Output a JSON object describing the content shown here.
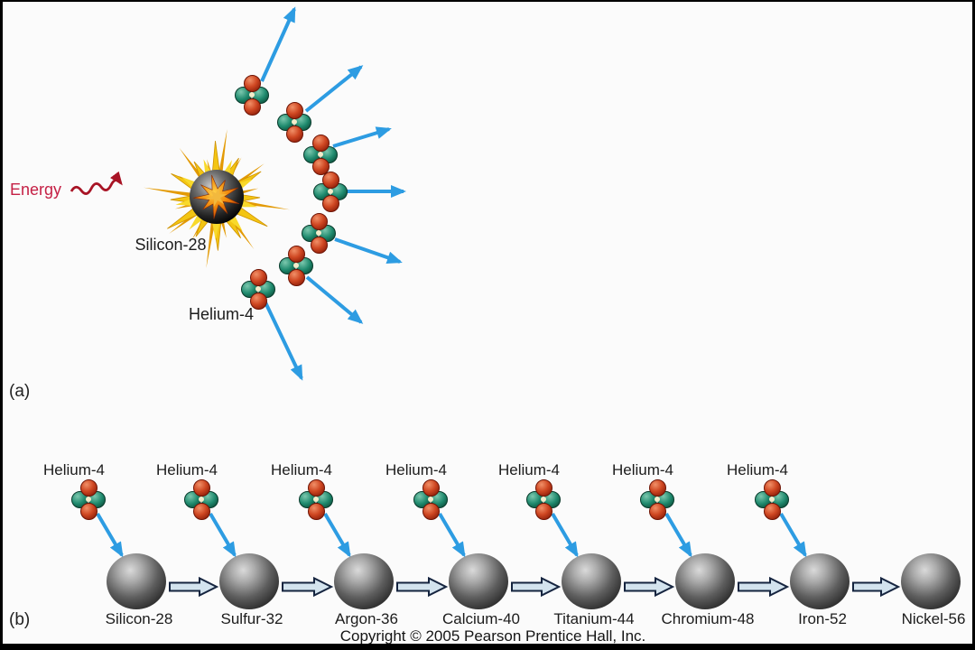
{
  "figure": {
    "panel_a": {
      "label": "(a)",
      "energy_label": "Energy",
      "nucleus_label": "Silicon-28",
      "particle_label": "Helium-4",
      "ejected_particle_count": 7
    },
    "panel_b": {
      "label": "(b)",
      "particle_label": "Helium-4",
      "chain": [
        "Silicon-28",
        "Sulfur-32",
        "Argon-36",
        "Calcium-40",
        "Titanium-44",
        "Chromium-48",
        "Iron-52",
        "Nickel-56"
      ],
      "helium_count": 7
    },
    "copyright": "Copyright © 2005 Pearson Prentice Hall, Inc."
  },
  "colors": {
    "arrow_blue": "#2d9ce2",
    "energy_text": "#c52045",
    "energy_wave": "#a81425",
    "starburst_gold": "#f3c513",
    "starburst_back": "#e39a05",
    "starburst_light": "#f8d92b",
    "block_arrow_fill": "#d3e3ee",
    "block_arrow_stroke": "#15243f",
    "ball_red": "#c23a1c",
    "ball_teal": "#1f8a6e",
    "sphere_gray": "#5e5e5e"
  }
}
